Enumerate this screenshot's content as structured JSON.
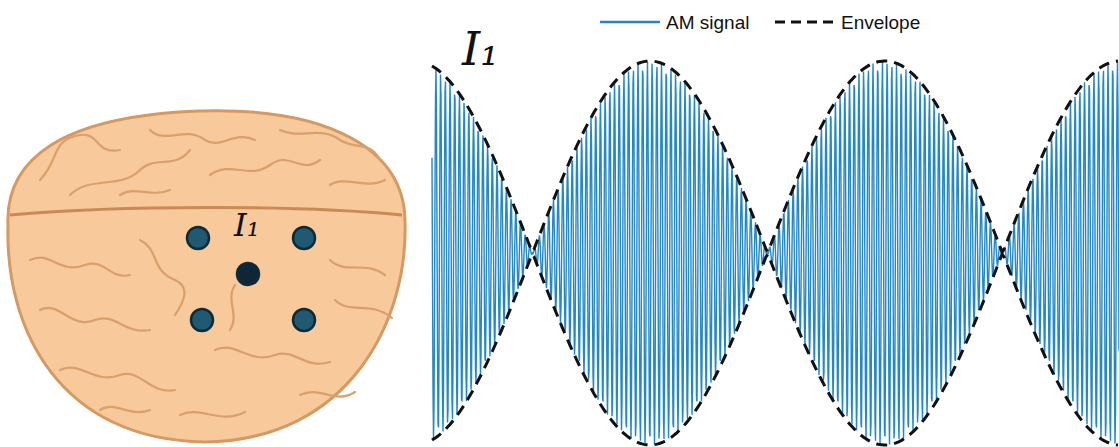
{
  "diagram": {
    "labels": [
      "I₁",
      "I₁"
    ],
    "legend": [
      {
        "text": "AM signal"
      },
      {
        "text": "Envelope"
      }
    ]
  }
}
